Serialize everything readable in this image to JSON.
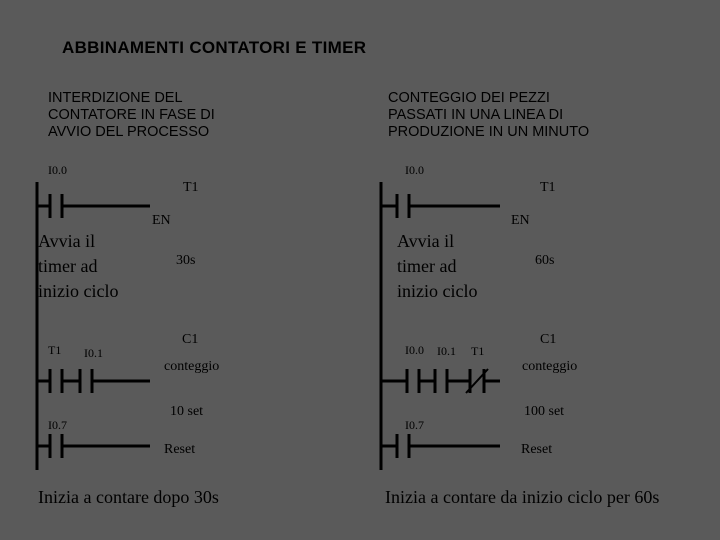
{
  "title": "ABBINAMENTI CONTATORI E TIMER",
  "left": {
    "heading": "INTERDIZIONE DEL\nCONTATORE IN FASE DI\nAVVIO DEL PROCESSO",
    "contact_start": "I0.0",
    "timer_name": "T1",
    "timer_en": "EN",
    "timer_time": "30s",
    "note": "Avvia il\ntimer ad\ninizio ciclo",
    "contact_a": "T1",
    "contact_b": "I0.1",
    "counter_name": "C1",
    "counter_count": "conteggio",
    "counter_set": "10 set",
    "contact_reset": "I0.7",
    "counter_reset": "Reset",
    "footer": "Inizia a contare dopo 30s"
  },
  "right": {
    "heading": "CONTEGGIO DEI PEZZI\nPASSATI IN UNA LINEA DI\nPRODUZIONE IN UN MINUTO",
    "contact_start": "I0.0",
    "timer_name": "T1",
    "timer_en": "EN",
    "timer_time": "60s",
    "note": "Avvia il\ntimer ad\ninizio ciclo",
    "contact_a": "I0.0",
    "contact_b": "I0.1",
    "contact_c": "T1",
    "counter_name": "C1",
    "counter_count": "conteggio",
    "counter_set": "100 set",
    "contact_reset": "I0.7",
    "counter_reset": "Reset",
    "footer": "Inizia a contare da inizio ciclo per 60s"
  }
}
